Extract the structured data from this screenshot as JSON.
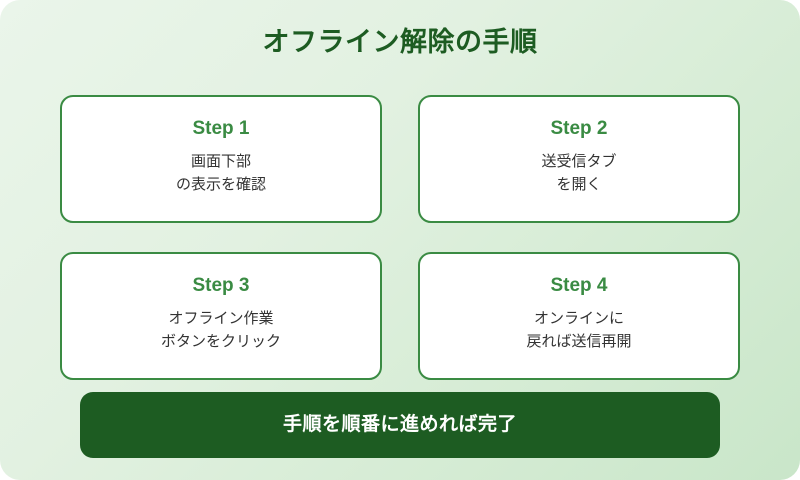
{
  "title": "オフライン解除の手順",
  "theme": {
    "background_start": "#eaf5ea",
    "background_end": "#c9e6c9",
    "title_color": "#1d5c22",
    "card_background": "#ffffff",
    "card_border": "#3a8b43",
    "step_label_color": "#3a8b43",
    "body_text_color": "#333333",
    "banner_background": "#1d5c22",
    "banner_text_color": "#ffffff"
  },
  "steps": [
    {
      "label": "Step 1",
      "line1": "画面下部",
      "line2": "の表示を確認"
    },
    {
      "label": "Step 2",
      "line1": "送受信タブ",
      "line2": "を開く"
    },
    {
      "label": "Step 3",
      "line1": "オフライン作業",
      "line2": "ボタンをクリック"
    },
    {
      "label": "Step 4",
      "line1": "オンラインに",
      "line2": "戻れば送信再開"
    }
  ],
  "footer": {
    "text": "手順を順番に進めれば完了"
  }
}
